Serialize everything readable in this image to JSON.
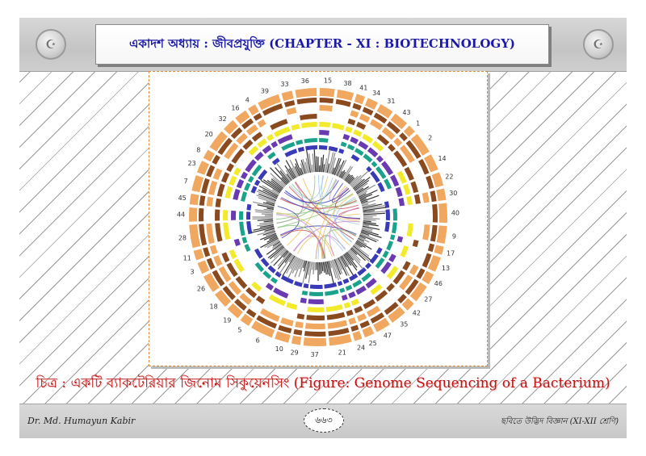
{
  "header": {
    "title": "একাদশ অধ্যায় : জীবপ্রযুক্তি (CHAPTER - XI : BIOTECHNOLOGY)",
    "left_seal_icon": "seal-emblem-icon",
    "right_seal_icon": "seal-emblem-icon"
  },
  "figure": {
    "description_icon": "circular-genome-map",
    "ring_labels": [
      "15",
      "38",
      "41",
      "34",
      "31",
      "43",
      "1",
      "2",
      "14",
      "22",
      "30",
      "40",
      "9",
      "17",
      "13",
      "46",
      "27",
      "42",
      "35",
      "47",
      "25",
      "24",
      "21",
      "37",
      "29",
      "10",
      "6",
      "5",
      "19",
      "18",
      "26",
      "3",
      "11",
      "28",
      "44",
      "45",
      "7",
      "23",
      "8",
      "20",
      "32",
      "16",
      "4",
      "39",
      "33",
      "36"
    ],
    "colors": {
      "orange": "#f0a860",
      "brown": "#8a4a20",
      "yellow": "#f2ea2a",
      "teal": "#1aa38a",
      "purple": "#6a3ab0",
      "blue": "#3a3ab8",
      "gray": "#8c8c8c",
      "dark": "#333333"
    }
  },
  "caption": "চিত্র : একটি ব্যাকটেরিয়ার জিনোম সিকুয়েনসিং (Figure: Genome Sequencing of a Bacterium)",
  "footer": {
    "author": "Dr. Md. Humayun Kabir",
    "page_number": "৬৬৩",
    "book_title": "ছবিতে উদ্ভিদ বিজ্ঞান (XI-XII শ্রেণি)"
  }
}
